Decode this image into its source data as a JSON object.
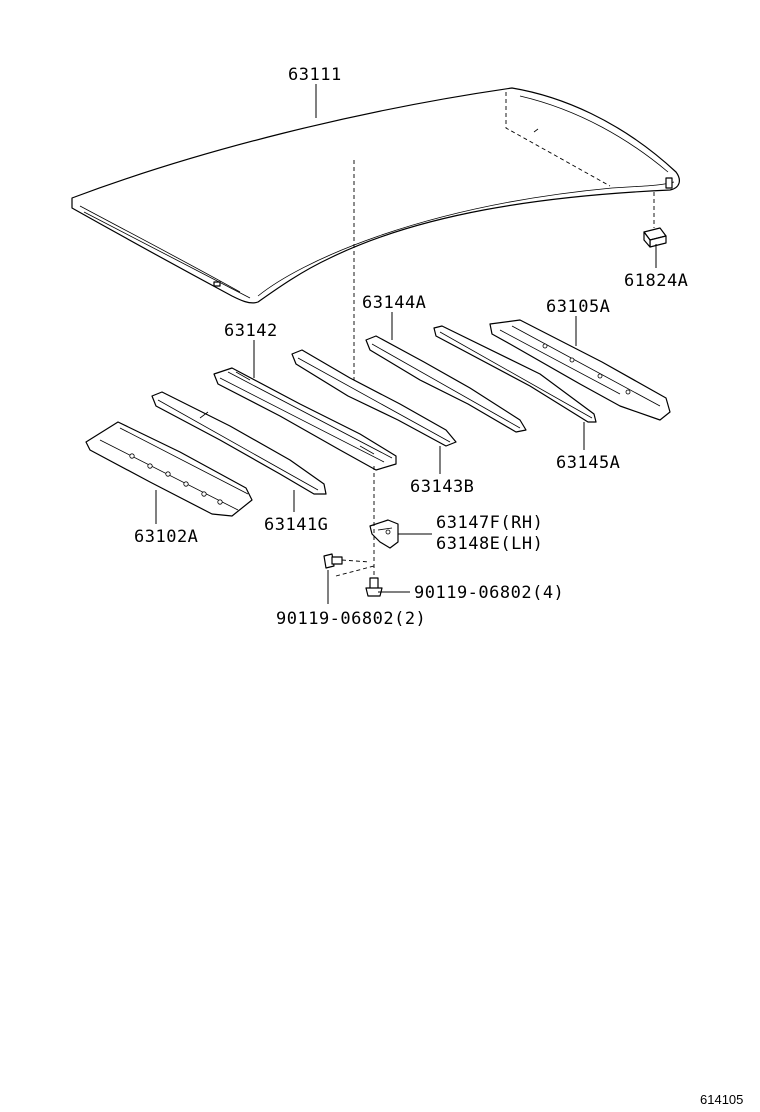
{
  "parts": {
    "roof_panel": "63111",
    "clip": "61824A",
    "bow_rear": "63144A",
    "rear_header": "63105A",
    "bow_center": "63142",
    "bow_mid": "63143B",
    "bow_front_rear": "63145A",
    "front_header": "63102A",
    "bow_front": "63141G",
    "bracket_rh": "63147F(RH)",
    "bracket_lh": "63148E(LH)",
    "bolt_a": "90119-06802(4)",
    "bolt_b": "90119-06802(2)"
  },
  "figure_id": "614105"
}
